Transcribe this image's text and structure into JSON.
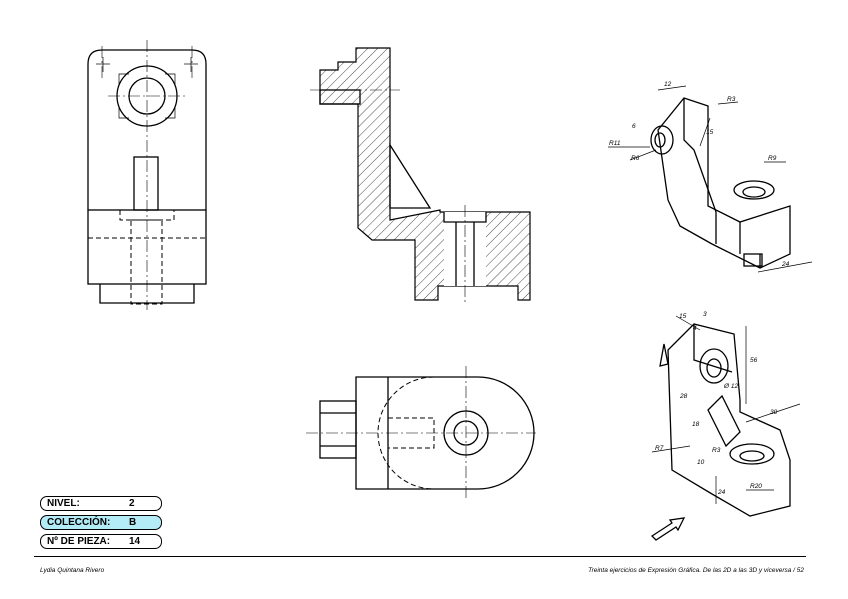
{
  "info_boxes": {
    "nivel": {
      "key": "NIVEL:",
      "value": "2"
    },
    "coleccion": {
      "key": "COLECCIÓN:",
      "value": "B",
      "highlight_color": "#b3ecf7"
    },
    "pieza": {
      "key": "Nº DE PIEZA:",
      "value": "14"
    }
  },
  "footer": {
    "author": "Lydia Quintana Rivero",
    "series": "Treinta ejercicios de Expresión Gráfica. De las 2D a las 3D y viceversa / 52"
  },
  "dimensions_top_iso": [
    "12",
    "R3",
    "R11",
    "R6",
    "15",
    "R9",
    "24",
    "6"
  ],
  "dimensions_bottom_iso": [
    "15",
    "4",
    "3",
    "56",
    "Ø 12",
    "30",
    "28",
    "18",
    "R3",
    "R7",
    "10",
    "24",
    "R20"
  ],
  "icons": [
    "view-direction-arrow-icon"
  ]
}
